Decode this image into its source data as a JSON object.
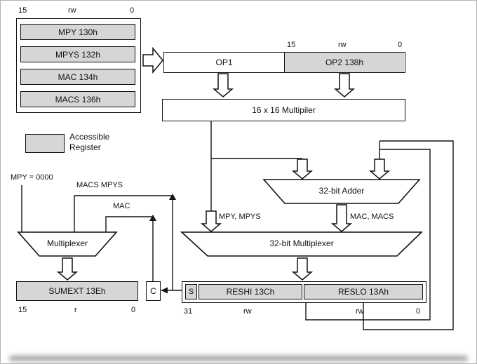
{
  "diagram": {
    "register_stack": {
      "bits": [
        "15",
        "rw",
        "0"
      ],
      "registers": [
        "MPY 130h",
        "MPYS 132h",
        "MAC 134h",
        "MACS 136h"
      ]
    },
    "op1_label": "OP1",
    "op2_label": "OP2 138h",
    "op2_bits": [
      "15",
      "rw",
      "0"
    ],
    "multiplier_label": "16 x 16 Multipiler",
    "legend": {
      "line1": "Accessible",
      "line2": "Register"
    },
    "mpy_const_label": "MPY = 0000",
    "macs_mpys_label": "MACS MPYS",
    "mac_label": "MAC",
    "left_mux_label": "Multiplexer",
    "sumext_label": "SUMEXT 13Eh",
    "sumext_bits": [
      "15",
      "r",
      "0"
    ],
    "carry_label": "C",
    "sign_label": "S",
    "adder_label": "32-bit Adder",
    "mux32_label": "32-bit Multiplexer",
    "path_mpy_mpys": "MPY, MPYS",
    "path_mac_macs": "MAC, MACS",
    "reshi_label": "RESHI 13Ch",
    "reslo_label": "RESLO 13Ah",
    "result_bits": [
      "31",
      "rw",
      "rw",
      "0"
    ]
  },
  "colors": {
    "register_fill": "#d6d6d6",
    "line": "#141414",
    "background": "#ffffff",
    "border": "#b3b3b3"
  }
}
